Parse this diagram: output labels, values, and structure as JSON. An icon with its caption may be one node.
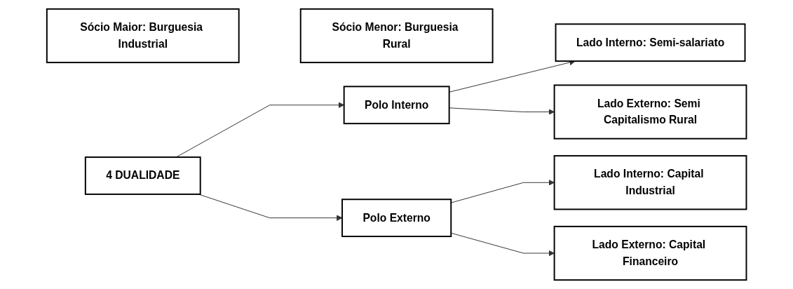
{
  "diagram": {
    "nodes": [
      {
        "text": [
          "Sócio Maior: Burguesia Industrial"
        ]
      },
      {
        "text": [
          "4 DUALIDADE"
        ]
      },
      {
        "text": [
          "Sócio Menor: Burguesia Rural"
        ]
      },
      {
        "text": [
          "Polo Interno"
        ]
      },
      {
        "text": [
          "Polo Externo"
        ]
      },
      {
        "text": [
          "Lado Interno: Semi-salariato"
        ]
      },
      {
        "text": [
          "Lado Externo: Semi Capitalismo Rural"
        ]
      },
      {
        "text": [
          "Lado Interno: Capital Industrial"
        ]
      },
      {
        "text": [
          "Lado Externo: Capital Financeiro"
        ]
      }
    ],
    "edges": [
      {
        "from": 1,
        "to": 3,
        "arrow": "to"
      },
      {
        "from": 1,
        "to": 4,
        "arrow": "to"
      },
      {
        "from": 3,
        "to": 5,
        "arrow": "to"
      },
      {
        "from": 3,
        "to": 6,
        "arrow": "to"
      },
      {
        "from": 4,
        "to": 7,
        "arrow": "to"
      },
      {
        "from": 4,
        "to": 8,
        "arrow": "to"
      }
    ]
  }
}
